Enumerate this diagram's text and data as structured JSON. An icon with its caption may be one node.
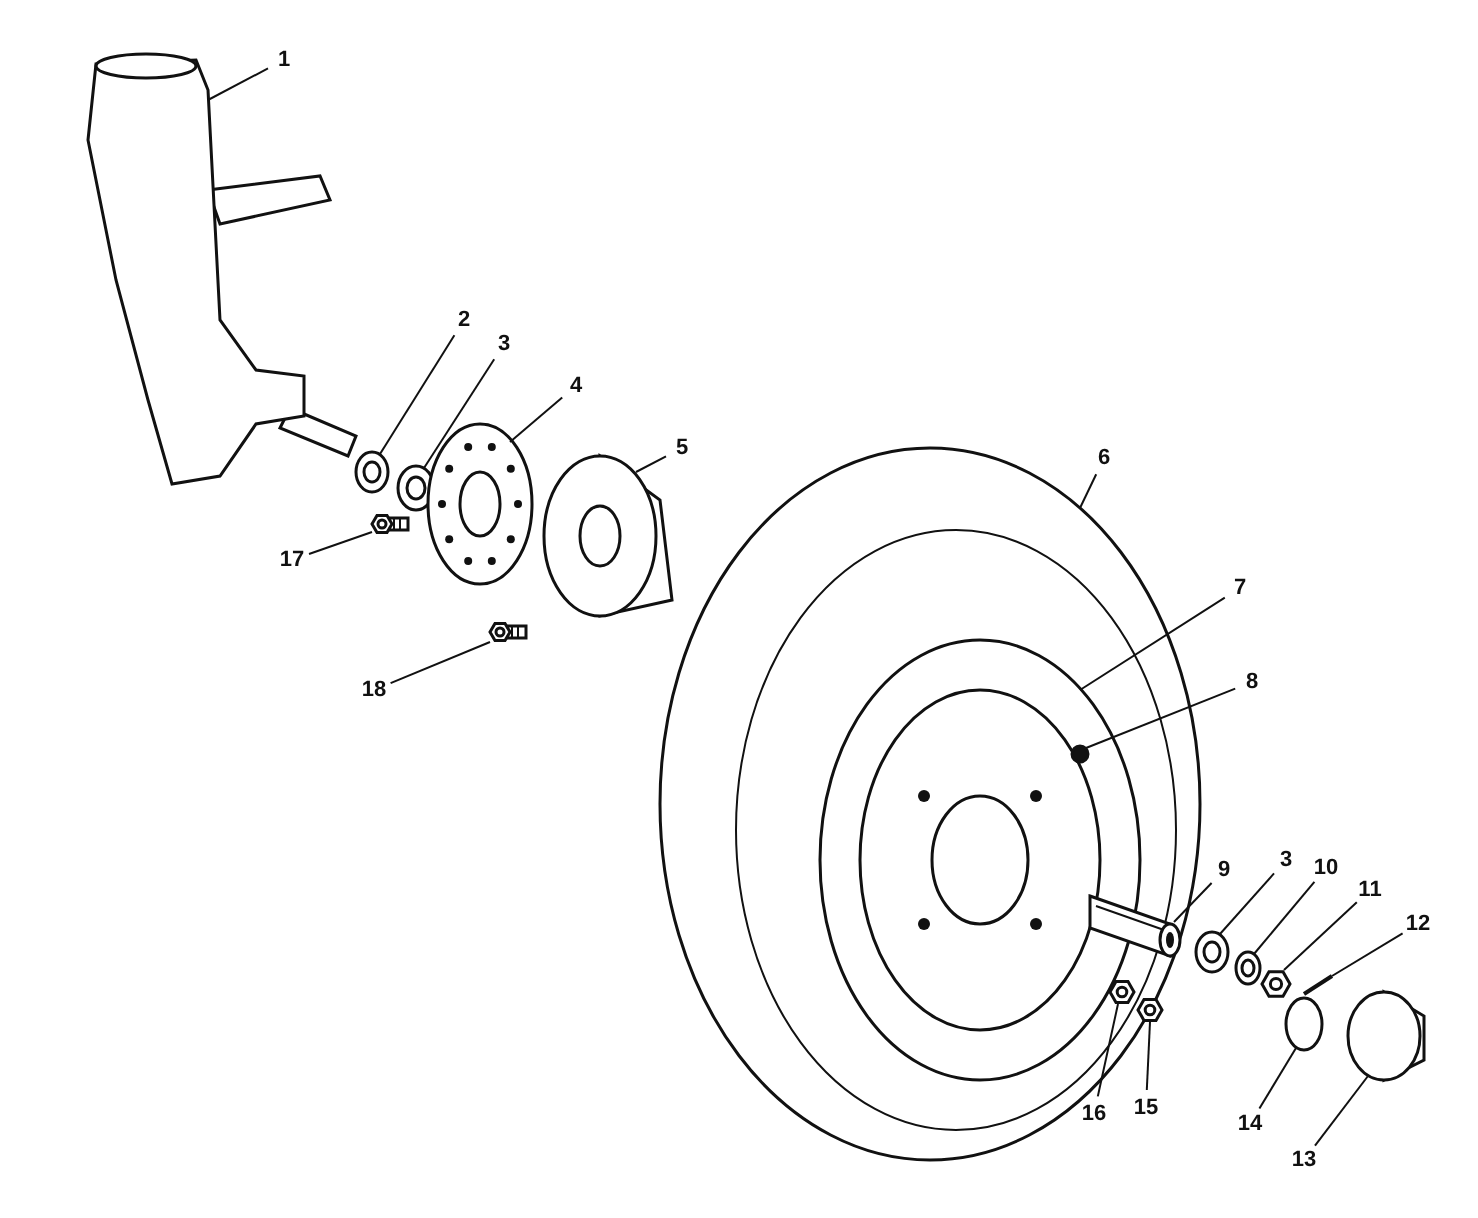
{
  "diagram": {
    "nodes": [
      {
        "text": [
          "1"
        ]
      },
      {
        "text": [
          "2"
        ]
      },
      {
        "text": [
          "3"
        ]
      },
      {
        "text": [
          "4"
        ]
      },
      {
        "text": [
          "5"
        ]
      },
      {
        "text": [
          "6"
        ]
      },
      {
        "text": [
          "17"
        ]
      },
      {
        "text": [
          "7"
        ]
      },
      {
        "text": [
          "8"
        ]
      },
      {
        "text": [
          "18"
        ]
      },
      {
        "text": [
          "9"
        ]
      },
      {
        "text": [
          "3"
        ]
      },
      {
        "text": [
          "10"
        ]
      },
      {
        "text": [
          "11"
        ]
      },
      {
        "text": [
          "12"
        ]
      },
      {
        "text": [
          "16"
        ]
      },
      {
        "text": [
          "14"
        ]
      },
      {
        "text": [
          "15"
        ]
      },
      {
        "text": [
          "13"
        ]
      },
      {
        "text": [],
        "shape": "picture"
      },
      {
        "text": [],
        "shape": "picture"
      },
      {
        "text": [],
        "shape": "picture"
      },
      {
        "text": [],
        "shape": "picture"
      },
      {
        "text": [],
        "shape": "picture"
      },
      {
        "text": [],
        "shape": "picture"
      },
      {
        "text": [],
        "shape": "picture"
      },
      {
        "text": [],
        "shape": "picture",
        "in": 24
      },
      {
        "text": [],
        "shape": "circle",
        "in": 26
      },
      {
        "text": [],
        "shape": "picture"
      },
      {
        "text": [],
        "shape": "picture",
        "in": 24
      },
      {
        "text": [],
        "shape": "picture"
      },
      {
        "text": [],
        "shape": "picture"
      },
      {
        "text": [],
        "shape": "picture"
      },
      {
        "text": [],
        "shape": "picture"
      },
      {
        "text": [],
        "shape": "picture",
        "in": 24
      },
      {
        "text": [],
        "shape": "circle"
      },
      {
        "text": [],
        "shape": "picture",
        "in": 24
      },
      {
        "text": [],
        "shape": "picture"
      }
    ],
    "edges": [
      {
        "from": 0,
        "to": 19,
        "arrow": "none"
      },
      {
        "from": 1,
        "to": 20,
        "arrow": "none"
      },
      {
        "from": 2,
        "to": 21,
        "arrow": "none"
      },
      {
        "from": 3,
        "to": 22,
        "arrow": "none"
      },
      {
        "from": 4,
        "to": 23,
        "arrow": "none"
      },
      {
        "from": 5,
        "to": 24,
        "arrow": "none"
      },
      {
        "from": 6,
        "to": 25,
        "arrow": "none"
      },
      {
        "from": 7,
        "to": 26,
        "arrow": "none"
      },
      {
        "from": 8,
        "to": 27,
        "arrow": "none"
      },
      {
        "from": 9,
        "to": 28,
        "arrow": "none"
      },
      {
        "from": 10,
        "to": 29,
        "arrow": "none"
      },
      {
        "from": 11,
        "to": 30,
        "arrow": "none"
      },
      {
        "from": 12,
        "to": 31,
        "arrow": "none"
      },
      {
        "from": 13,
        "to": 32,
        "arrow": "none"
      },
      {
        "from": 14,
        "to": 33,
        "arrow": "none"
      },
      {
        "from": 15,
        "to": 34,
        "arrow": "none"
      },
      {
        "from": 16,
        "to": 35,
        "arrow": "none"
      },
      {
        "from": 17,
        "to": 36,
        "arrow": "none"
      },
      {
        "from": 18,
        "to": 37,
        "arrow": "none"
      }
    ]
  }
}
